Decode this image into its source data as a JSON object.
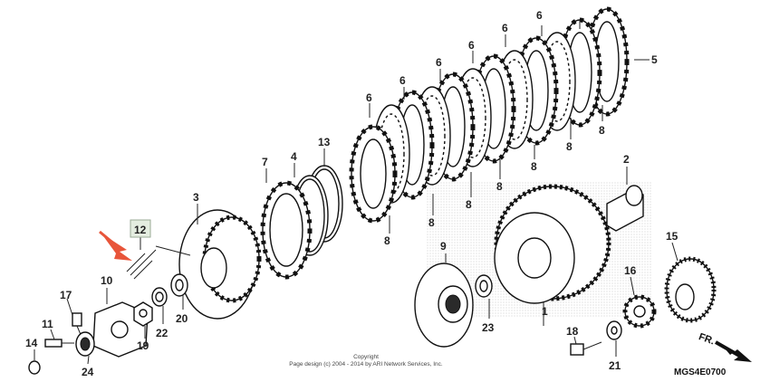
{
  "labels": {
    "p1": "1",
    "p2": "2",
    "p3": "3",
    "p4": "4",
    "p5": "5",
    "p6": "6",
    "p7": "7",
    "p8": "8",
    "p9": "9",
    "p10": "10",
    "p11": "11",
    "p12": "12",
    "p13": "13",
    "p14": "14",
    "p15": "15",
    "p16": "16",
    "p17": "17",
    "p18": "18",
    "p19": "19",
    "p20": "20",
    "p21": "21",
    "p22": "22",
    "p23": "23",
    "p24": "24"
  },
  "copyright_line1": "Copyright",
  "copyright_line2": "Page design (c) 2004 - 2014 by ARI Network Services, Inc.",
  "diagram_code": "MGS4E0700",
  "direction_label": "FR.",
  "highlighted_part": "12",
  "colors": {
    "highlight": "#e4ede0",
    "arrow": "#e8553a",
    "ink": "#111111"
  }
}
